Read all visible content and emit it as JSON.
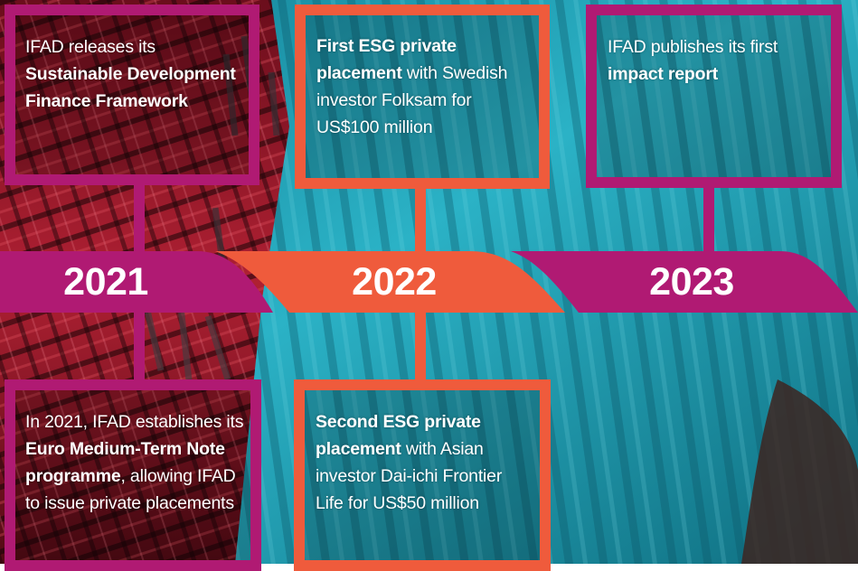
{
  "colors": {
    "magenta": "#b01a73",
    "orange": "#ef5b3c",
    "teal": "#1fa3b8",
    "red_fabric": "#c42036"
  },
  "timeline": {
    "years": [
      "2021",
      "2022",
      "2023"
    ],
    "top_cards": [
      {
        "pre": "IFAD releases its ",
        "bold": "Sustainable Development Finance Framework",
        "post": ""
      },
      {
        "pre": "",
        "bold": "First ESG private placement",
        "post": " with Swedish investor Folksam for US$100 million"
      },
      {
        "pre": "IFAD publishes its first ",
        "bold": "impact report",
        "post": ""
      }
    ],
    "bottom_cards": [
      {
        "pre": "In 2021, IFAD establishes its ",
        "bold": "Euro Medium-Term Note programme",
        "post": ", allowing IFAD to issue private placements"
      },
      {
        "pre": "",
        "bold": "Second ESG private placement",
        "post": " with Asian investor Dai-ichi Frontier Life for US$50 million"
      }
    ]
  }
}
